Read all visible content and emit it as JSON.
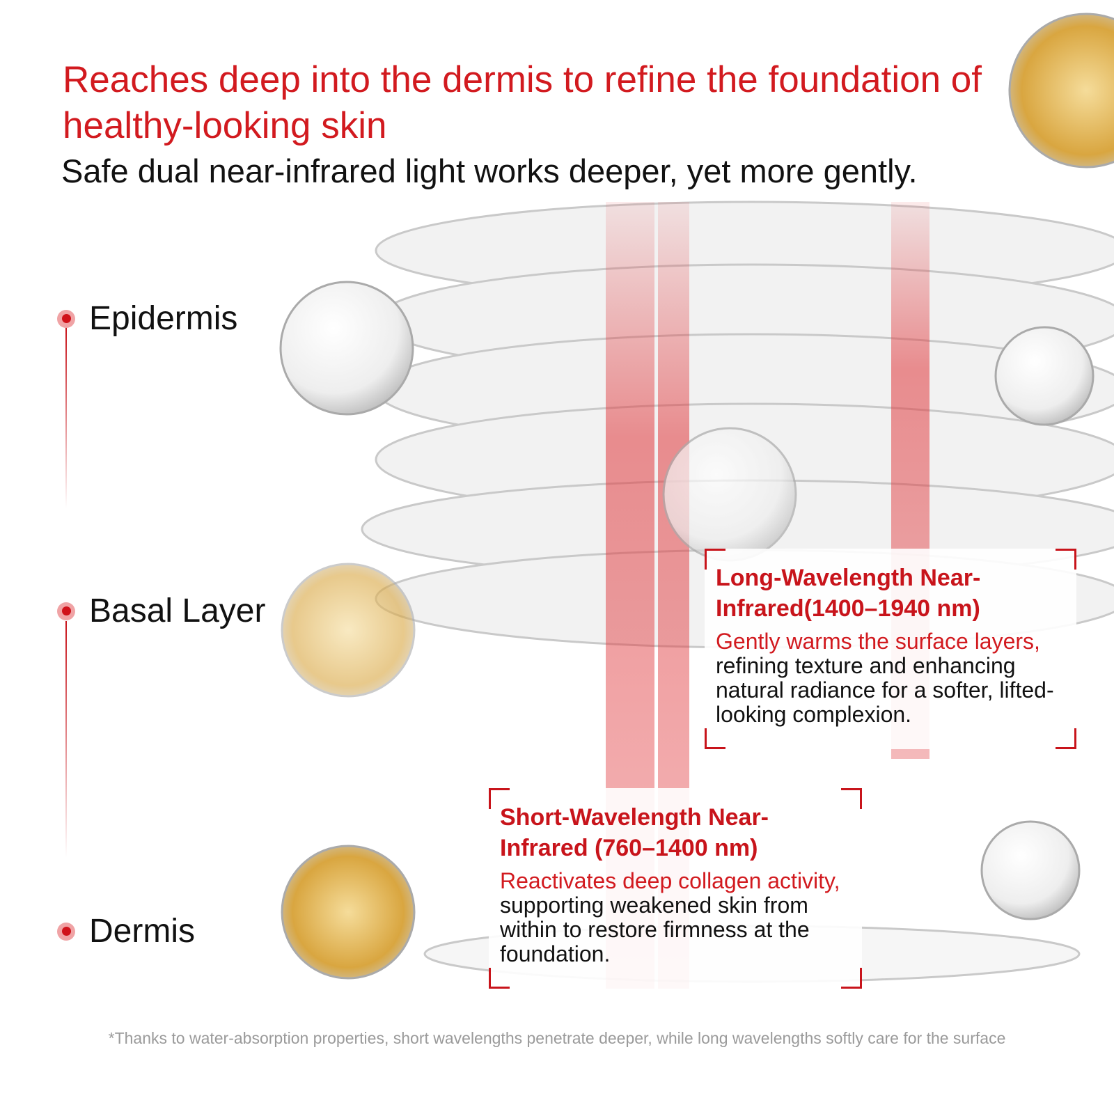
{
  "header": {
    "title": "Reaches deep into the dermis to refine the foundation of healthy-looking skin",
    "subtitle": "Safe dual near-infrared light works deeper, yet more gently."
  },
  "layers": [
    {
      "label": "Epidermis"
    },
    {
      "label": "Basal Layer"
    },
    {
      "label": "Dermis"
    }
  ],
  "cards": {
    "long": {
      "title": "Long-Wavelength Near-Infrared(1400–1940 nm)",
      "highlight": "Gently warms the surface layers,",
      "body": "refining texture and enhancing natural radiance for a softer, lifted-looking complexion."
    },
    "short": {
      "title": "Short-Wavelength Near-Infrared (760–1400 nm)",
      "highlight": "Reactivates deep collagen activity,",
      "body": "supporting weakened skin from within to restore firmness at the foundation."
    }
  },
  "footnote": "*Thanks to water-absorption properties, short wavelengths penetrate deeper, while long wavelengths softly care for the surface",
  "colors": {
    "accent": "#d21a1f",
    "text": "#111111",
    "muted": "#9a9a9a"
  }
}
